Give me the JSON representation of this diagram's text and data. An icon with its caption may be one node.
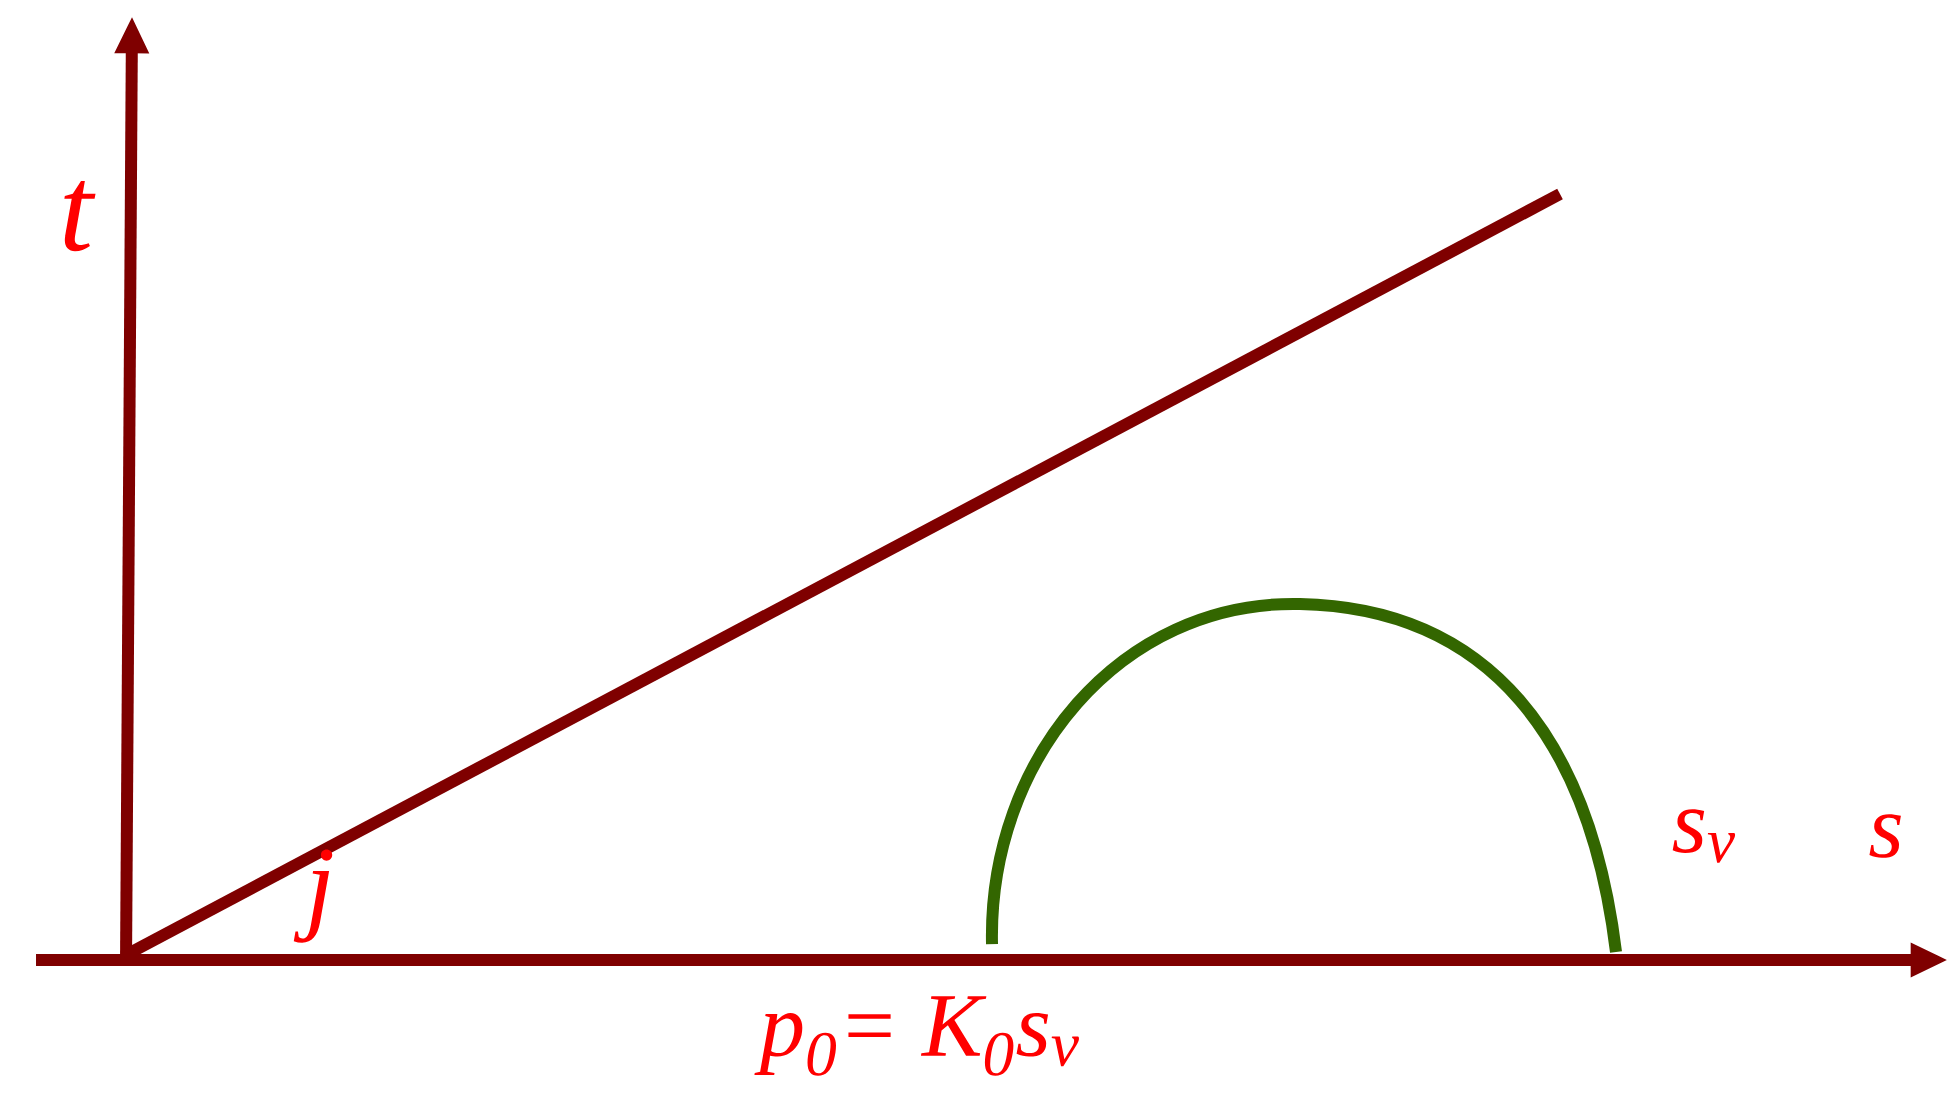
{
  "diagram": {
    "labels": [
      "t",
      "j",
      "s$_{v}$",
      "s",
      "p$_{0}$= K$_{0}$s$_{v}$"
    ]
  }
}
